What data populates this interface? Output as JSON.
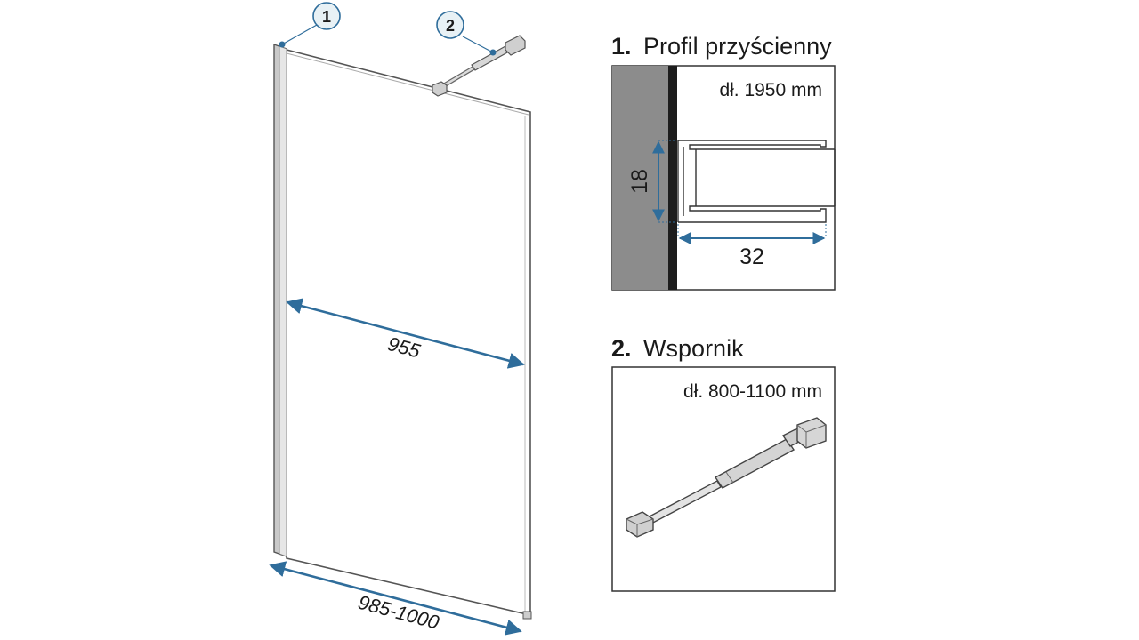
{
  "callouts": [
    {
      "number": "1"
    },
    {
      "number": "2"
    }
  ],
  "dimensions": {
    "inner_width": "955",
    "total_width": "985-1000"
  },
  "details": [
    {
      "number": "1.",
      "title": "Profil przyścienny",
      "spec": "dł. 1950 mm",
      "dim_height": "18",
      "dim_width": "32"
    },
    {
      "number": "2.",
      "title": "Wspornik",
      "spec": "dł. 800-1100 mm"
    }
  ],
  "colors": {
    "dimension": "#2f6d9b",
    "wall": "#8c8c8c",
    "outline": "#333333"
  }
}
